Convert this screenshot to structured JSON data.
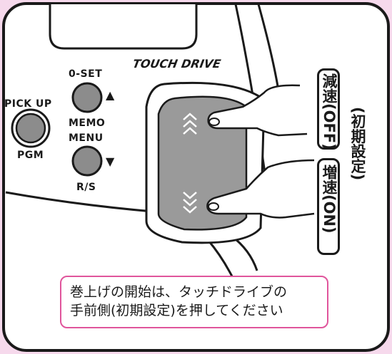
{
  "controls": {
    "pickup_label": "PICK UP",
    "pgm_label": "PGM",
    "oset_label": "0-SET",
    "memo_label": "MEMO",
    "menu_label": "MENU",
    "rs_label": "R/S",
    "up_arrow": "▲",
    "down_arrow": "▼"
  },
  "brand": "TOUCH DRIVE",
  "annotations": {
    "slow_label": "減速(OFF)",
    "fast_label": "増速(ON)",
    "default_label": "(初期設定)"
  },
  "caption": {
    "line1": "巻上げの開始は、タッチドライブの",
    "line2": "手前側(初期設定)を押してください"
  },
  "colors": {
    "background": "#f6d9ec",
    "accent": "#e0559c",
    "button": "#8c8c8c",
    "panel": "#9a9a9a"
  }
}
